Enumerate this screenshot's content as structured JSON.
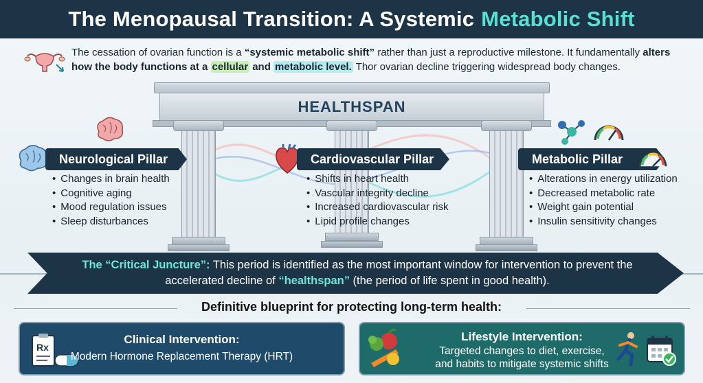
{
  "title": {
    "main": "The Menopausal Transition: A Systemic",
    "accent": "Metabolic Shift"
  },
  "intro": {
    "p1": "The cessation of ovarian function is a ",
    "p2": "“systemic metabolic shift”",
    "p3": " rather than just a reproductive milestone. It fundamentally ",
    "p4": "alters how the body functions at a ",
    "p5": "cellular",
    "p6": " and ",
    "p7": "metabolic level.",
    "p8": " Thor ovarian decline triggering widespread body changes."
  },
  "temple": {
    "label": "HEALTHSPAN"
  },
  "pillars": {
    "neuro": {
      "label": "Neurological Pillar",
      "items": [
        "Changes in brain health",
        "Cognitive aging",
        "Mood regulation issues",
        "Sleep disturbances"
      ]
    },
    "cardio": {
      "label": "Cardiovascular Pillar",
      "items": [
        "Shifts in heart health",
        "Vascular integrity decline",
        "Increased cardiovascular risk",
        "Lipid profile changes"
      ]
    },
    "metabolic": {
      "label": "Metabolic Pillar",
      "items": [
        "Alterations in energy utilization",
        "Decreased metabolic rate",
        "Weight gain potential",
        "Insulin sensitivity changes"
      ]
    }
  },
  "banner": {
    "lead": "The “Critical Juncture”:",
    "t1": " This period is identified as the most important window for intervention to prevent the accelerated decline of ",
    "hl": "“healthspan”",
    "t2": " (the period of life spent in good health)."
  },
  "blueprint": "Definitive blueprint for protecting long-term health:",
  "cards": {
    "clinical": {
      "title": "Clinical Intervention:",
      "sub": "Modern Hormone Replacement Therapy (HRT)"
    },
    "lifestyle": {
      "title": "Lifestyle Intervention:",
      "sub1": "Targeted changes to diet, exercise,",
      "sub2": "and habits to mitigate systemic shifts"
    }
  },
  "icons": [
    "uterus-icon",
    "brain-icon",
    "heart-icon",
    "molecule-icon",
    "gauge-icon",
    "prescription-icon",
    "pill-icon",
    "vegetables-icon",
    "runner-icon",
    "calendar-check-icon"
  ],
  "colors": {
    "navy": "#1d3346",
    "teal_accent": "#59e0d2",
    "clinical": "#1f4a6a",
    "lifestyle": "#1f6b6a"
  }
}
